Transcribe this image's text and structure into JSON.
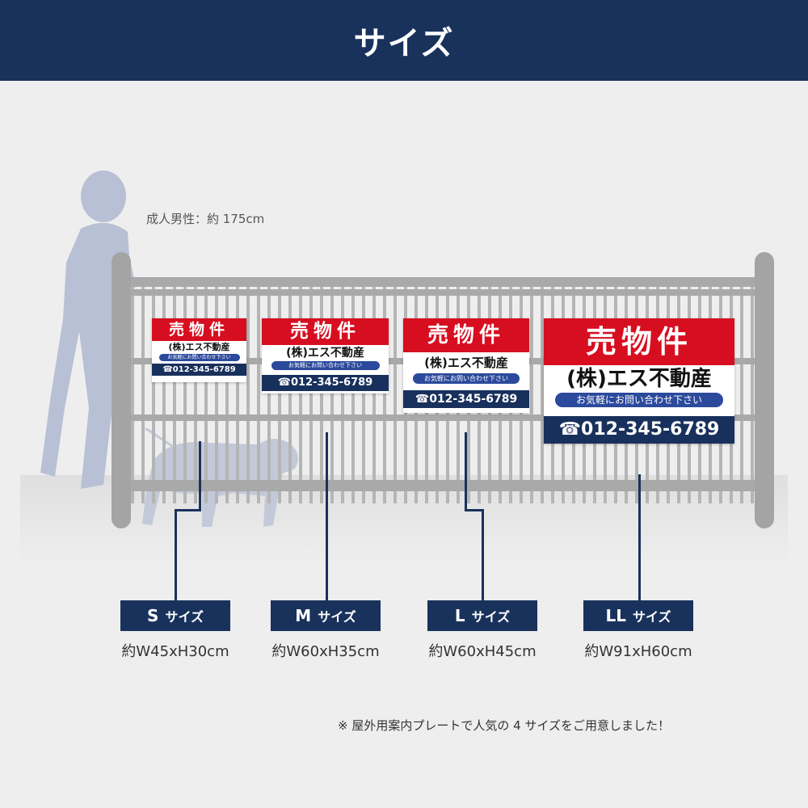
{
  "header": {
    "title": "サイズ"
  },
  "person_note": "成人男性：約 175cm",
  "signs": [
    {
      "id": "s",
      "title": "売物件",
      "company": "(株)エス不動産",
      "contact": "お気軽にお問い合わせ下さい",
      "phone": "☎012-345-6789"
    },
    {
      "id": "m",
      "title": "売物件",
      "company": "(株)エス不動産",
      "contact": "お気軽にお問い合わせ下さい",
      "phone": "☎012-345-6789"
    },
    {
      "id": "l",
      "title": "売物件",
      "company": "(株)エス不動産",
      "contact": "お気軽にお問い合わせ下さい",
      "phone": "☎012-345-6789"
    },
    {
      "id": "ll",
      "title": "売物件",
      "company": "(株)エス不動産",
      "contact": "お気軽にお問い合わせ下さい",
      "phone": "☎012-345-6789"
    }
  ],
  "sizes": [
    {
      "letter": "S",
      "word": "サイズ",
      "dims": "約W45xH30cm"
    },
    {
      "letter": "M",
      "word": "サイズ",
      "dims": "約W60xH35cm"
    },
    {
      "letter": "L",
      "word": "サイズ",
      "dims": "約W60xH45cm"
    },
    {
      "letter": "LL",
      "word": "サイズ",
      "dims": "約W91xH60cm"
    }
  ],
  "footnote": "※ 屋外用案内プレートで人気の 4 サイズをご用意しました！",
  "colors": {
    "navy": "#19325c",
    "red": "#d60e20",
    "blue_pill": "#2b4a9c"
  }
}
